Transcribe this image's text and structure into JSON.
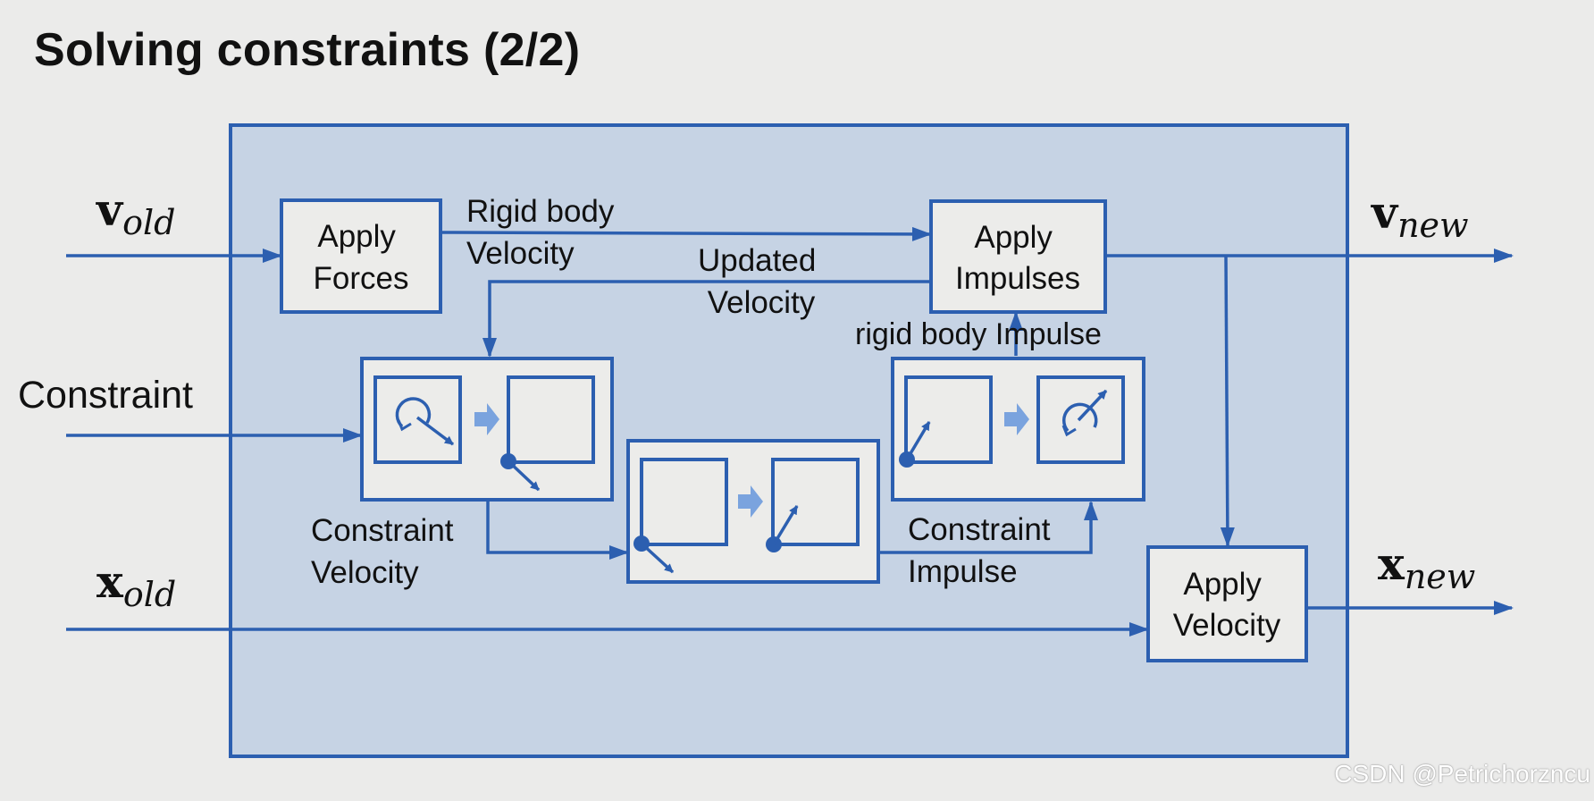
{
  "title": "Solving constraints (2/2)",
  "watermark": "CSDN @Petrichorzncu",
  "inputs": {
    "v_old": {
      "main": "v",
      "sub": "old"
    },
    "constraint": "Constraint",
    "x_old": {
      "main": "x",
      "sub": "old"
    }
  },
  "outputs": {
    "v_new": {
      "main": "v",
      "sub": "new"
    },
    "x_new": {
      "main": "x",
      "sub": "new"
    }
  },
  "blocks": {
    "apply_forces": [
      "Apply",
      "Forces"
    ],
    "apply_impulses": [
      "Apply",
      "Impulses"
    ],
    "apply_velocity": [
      "Apply",
      "Velocity"
    ]
  },
  "edge_labels": {
    "rigid_body_velocity": [
      "Rigid body",
      "Velocity"
    ],
    "updated_velocity": [
      "Updated",
      "Velocity"
    ],
    "rigid_body_impulse": "rigid body Impulse",
    "constraint_velocity": [
      "Constraint",
      "Velocity"
    ],
    "constraint_impulse": [
      "Constraint",
      "Impulse"
    ]
  },
  "colors": {
    "frame_stroke": "#2c5fb0",
    "frame_fill": "#c6d3e4",
    "box_fill": "#ececea",
    "arrow": "#2c5fb0",
    "hint_arrow": "#7aa3de",
    "background": "#ebebea"
  }
}
